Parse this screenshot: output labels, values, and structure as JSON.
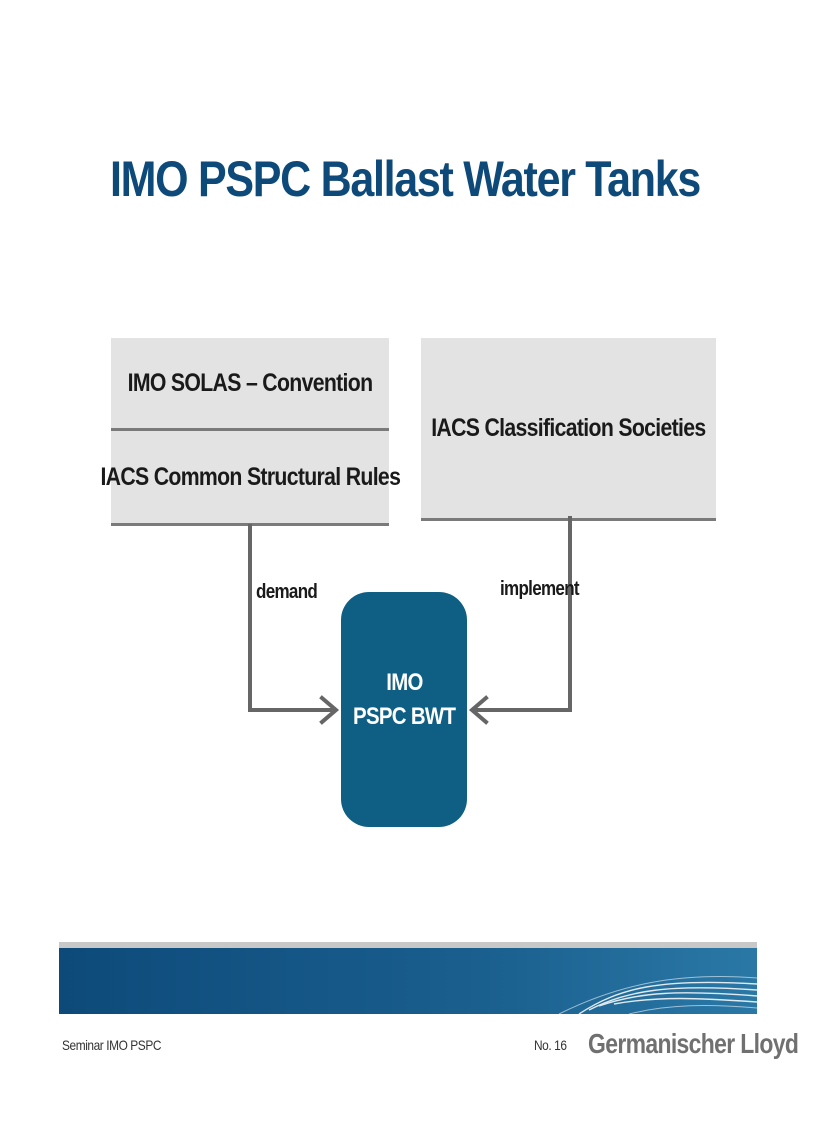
{
  "slide": {
    "title": "IMO PSPC Ballast Water Tanks"
  },
  "diagram": {
    "box_solas": "IMO SOLAS – Convention",
    "box_iacs_csr": "IACS Common Structural Rules",
    "box_class_societies": "IACS Classification Societies",
    "center_line1": "IMO",
    "center_line2": "PSPC BWT",
    "edge_left_label": "demand",
    "edge_right_label": "implement",
    "colors": {
      "center_fill": "#0f5f85",
      "box_fill": "#e3e3e3",
      "connector": "#666666",
      "title": "#0d4a7a"
    }
  },
  "footer": {
    "left_text": "Seminar IMO PSPC",
    "page_text": "No. 16",
    "logo_text": "Germanischer Lloyd"
  }
}
